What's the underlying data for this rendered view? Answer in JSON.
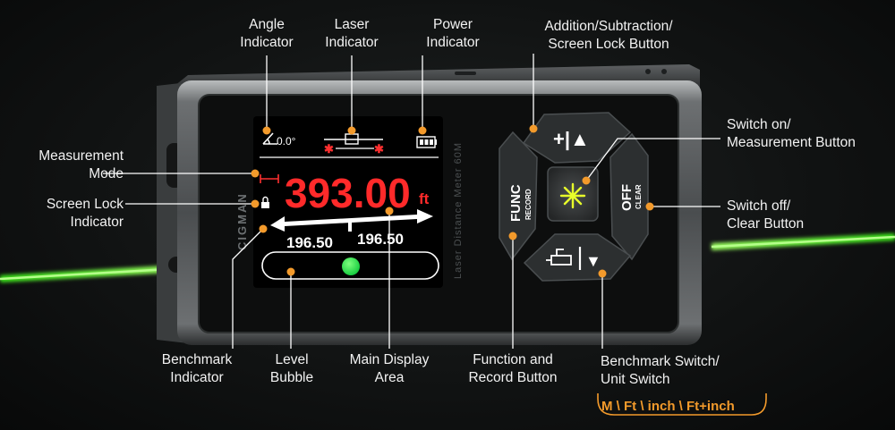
{
  "labels": {
    "angle": [
      "Angle",
      "Indicator"
    ],
    "laser": [
      "Laser",
      "Indicator"
    ],
    "power": [
      "Power",
      "Indicator"
    ],
    "addsub": [
      "Addition/Subtraction/",
      "Screen Lock Button"
    ],
    "switch_on": [
      "Switch on/",
      "Measurement Button"
    ],
    "switch_off": [
      "Switch off/",
      "Clear Button"
    ],
    "mode": [
      "Measurement",
      "Mode"
    ],
    "lock": [
      "Screen Lock",
      "Indicator"
    ],
    "benchmark": [
      "Benchmark",
      "Indicator"
    ],
    "bubble": [
      "Level",
      "Bubble"
    ],
    "main_display": [
      "Main Display",
      "Area"
    ],
    "func": [
      "Function and",
      "Record Button"
    ],
    "bench_switch": [
      "Benchmark Switch/",
      "Unit Switch"
    ]
  },
  "unit_options": "M \\ Ft \\ inch \\ Ft+inch",
  "device": {
    "brand": "CIGMAN",
    "side_text": "Laser Distance Meter 60M",
    "screen": {
      "angle": "0.0°",
      "main_value": "393.00",
      "main_unit": "ft",
      "sub_left": "196.50",
      "sub_right": "196.50"
    },
    "buttons": {
      "plus": "+|▲",
      "func_top": "FUNC",
      "func_bottom": "RECORD",
      "off_top": "OFF",
      "off_bottom": "CLEAR",
      "down": "▼"
    }
  },
  "colors": {
    "accent": "#f39a2b",
    "laser": "#6cff2c",
    "display_red": "#ff2a2a"
  }
}
